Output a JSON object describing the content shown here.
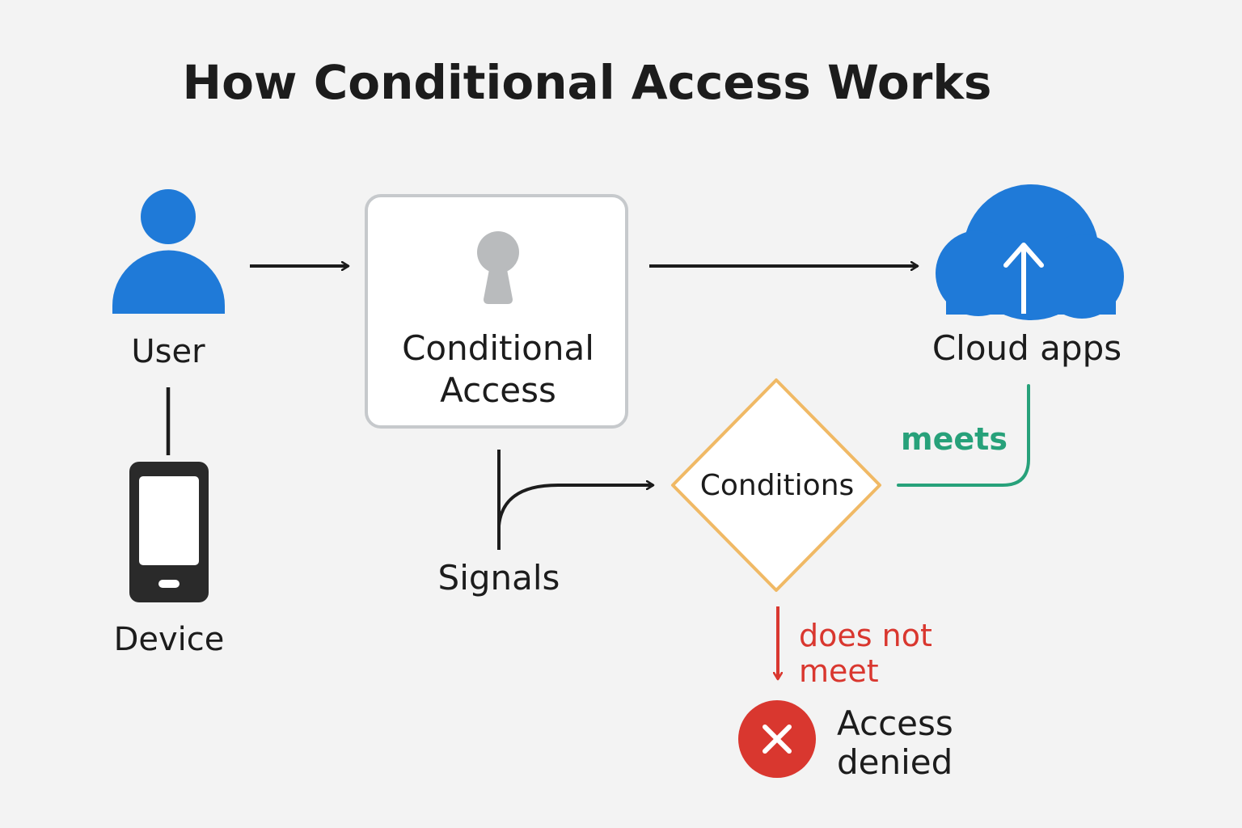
{
  "title": "How Conditional Access Works",
  "nodes": {
    "user": {
      "label": "User",
      "icon": "user-icon"
    },
    "device": {
      "label": "Device",
      "icon": "mobile-phone-icon"
    },
    "conditional_access": {
      "label_line1": "Conditional",
      "label_line2": "Access",
      "icon": "keyhole-icon"
    },
    "cloud_apps": {
      "label": "Cloud apps",
      "icon": "cloud-upload-icon"
    },
    "conditions": {
      "label": "Conditions"
    },
    "signals": {
      "label": "Signals"
    },
    "access_denied": {
      "label_line1": "Access",
      "label_line2": "denied",
      "icon": "error-x-icon"
    }
  },
  "edges": {
    "meets": "meets",
    "does_not_meet_line1": "does not",
    "does_not_meet_line2": "meet"
  },
  "colors": {
    "background": "#f3f3f3",
    "primary_blue": "#1f7ad8",
    "keyhole_gray": "#b9bbbd",
    "box_border": "#c6c9cc",
    "diamond_border": "#f0b965",
    "meets_green": "#27a17a",
    "denied_red": "#d9372f",
    "ink": "#1c1c1c"
  }
}
